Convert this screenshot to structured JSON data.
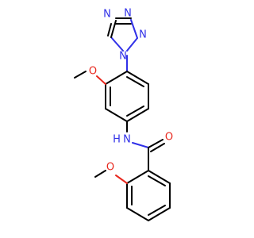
{
  "molecule": {
    "atom_labels": {
      "n1": "N",
      "n2": "N",
      "n3": "N",
      "n4": "N",
      "o1": "O",
      "o2": "O",
      "o3": "O",
      "nh": "N",
      "h": "H"
    },
    "colors": {
      "nitrogen": "#3030e8",
      "oxygen": "#e8281e",
      "carbon": "#000000"
    }
  }
}
